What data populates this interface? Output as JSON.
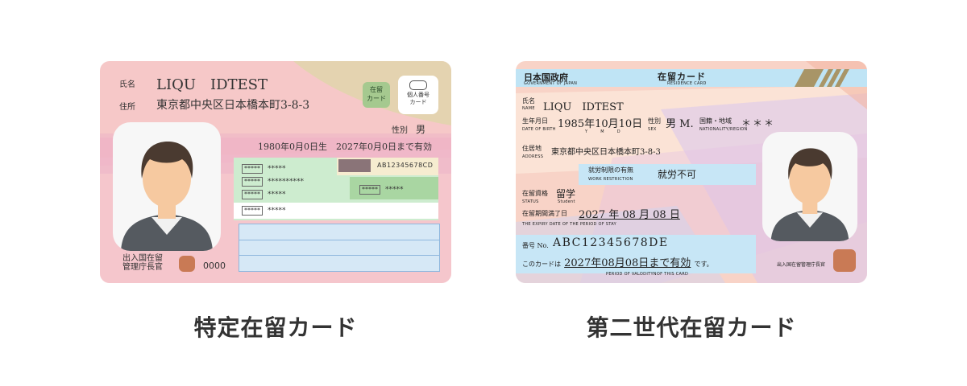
{
  "card1": {
    "name_label": "氏名",
    "name": "LIQU　IDTEST",
    "address_label": "住所",
    "address": "東京都中央区日本橋本町3-8-3",
    "zairyu_badge": "在留\nカード",
    "mynumber_badge": "個人番号\nカード",
    "gender_label": "性別",
    "gender": "男",
    "dates": "1980年0月0日生　2027年0月0日まで有効",
    "star_box": "*****",
    "stars_short": "*****",
    "stars_long": "**********",
    "card_number": "AB12345678CD",
    "issuer": "出入国在留\n管理庁長官",
    "serial": "0000",
    "caption": "特定在留カード"
  },
  "card2": {
    "gov_jp": "日本国政府",
    "gov_en": "GOVERNMENT OF JAPAN",
    "title_jp": "在留カード",
    "title_en": "RESIDENCE CARD",
    "name_label_jp": "氏名",
    "name_label_en": "NAME",
    "name": "LIQU　IDTEST",
    "dob_label_jp": "生年月日",
    "dob_label_en": "DATE OF BIRTH",
    "dob": "1985年10月10日",
    "ymd": "Y　　　M　　　D",
    "sex_label_jp": "性別",
    "sex_label_en": "SEX",
    "sex": "男 M.",
    "nat_label_jp": "国籍・地域",
    "nat_label_en": "NATIONALITY/REGION",
    "nat": "＊＊＊",
    "addr_label_jp": "住居地",
    "addr_label_en": "ADDRESS",
    "address": "東京都中央区日本橋本町3-8-3",
    "work_label_jp": "就労制限の有無",
    "work_label_en": "WORK RESTRICTION",
    "work": "就労不可",
    "status_label_jp": "在留資格",
    "status_label_en": "STATUS",
    "status": "留学",
    "status_en": "Student",
    "period_label_jp": "在留期間満了日",
    "period_label_en": "THE EXPIRY DATE OF THE PERIOD OF STAY",
    "period": "2027 年 08 月 08 日",
    "number_label": "番号 No.",
    "number": "ABC12345678DE",
    "valid_prefix": "このカードは",
    "valid": "2027年08月08日まで有効",
    "valid_suffix": "です。",
    "valid_en": "PERIOD OF VALODITYNOF THIS CARD",
    "issuer": "出入国在留管理庁長官",
    "caption": "第二世代在留カード"
  }
}
